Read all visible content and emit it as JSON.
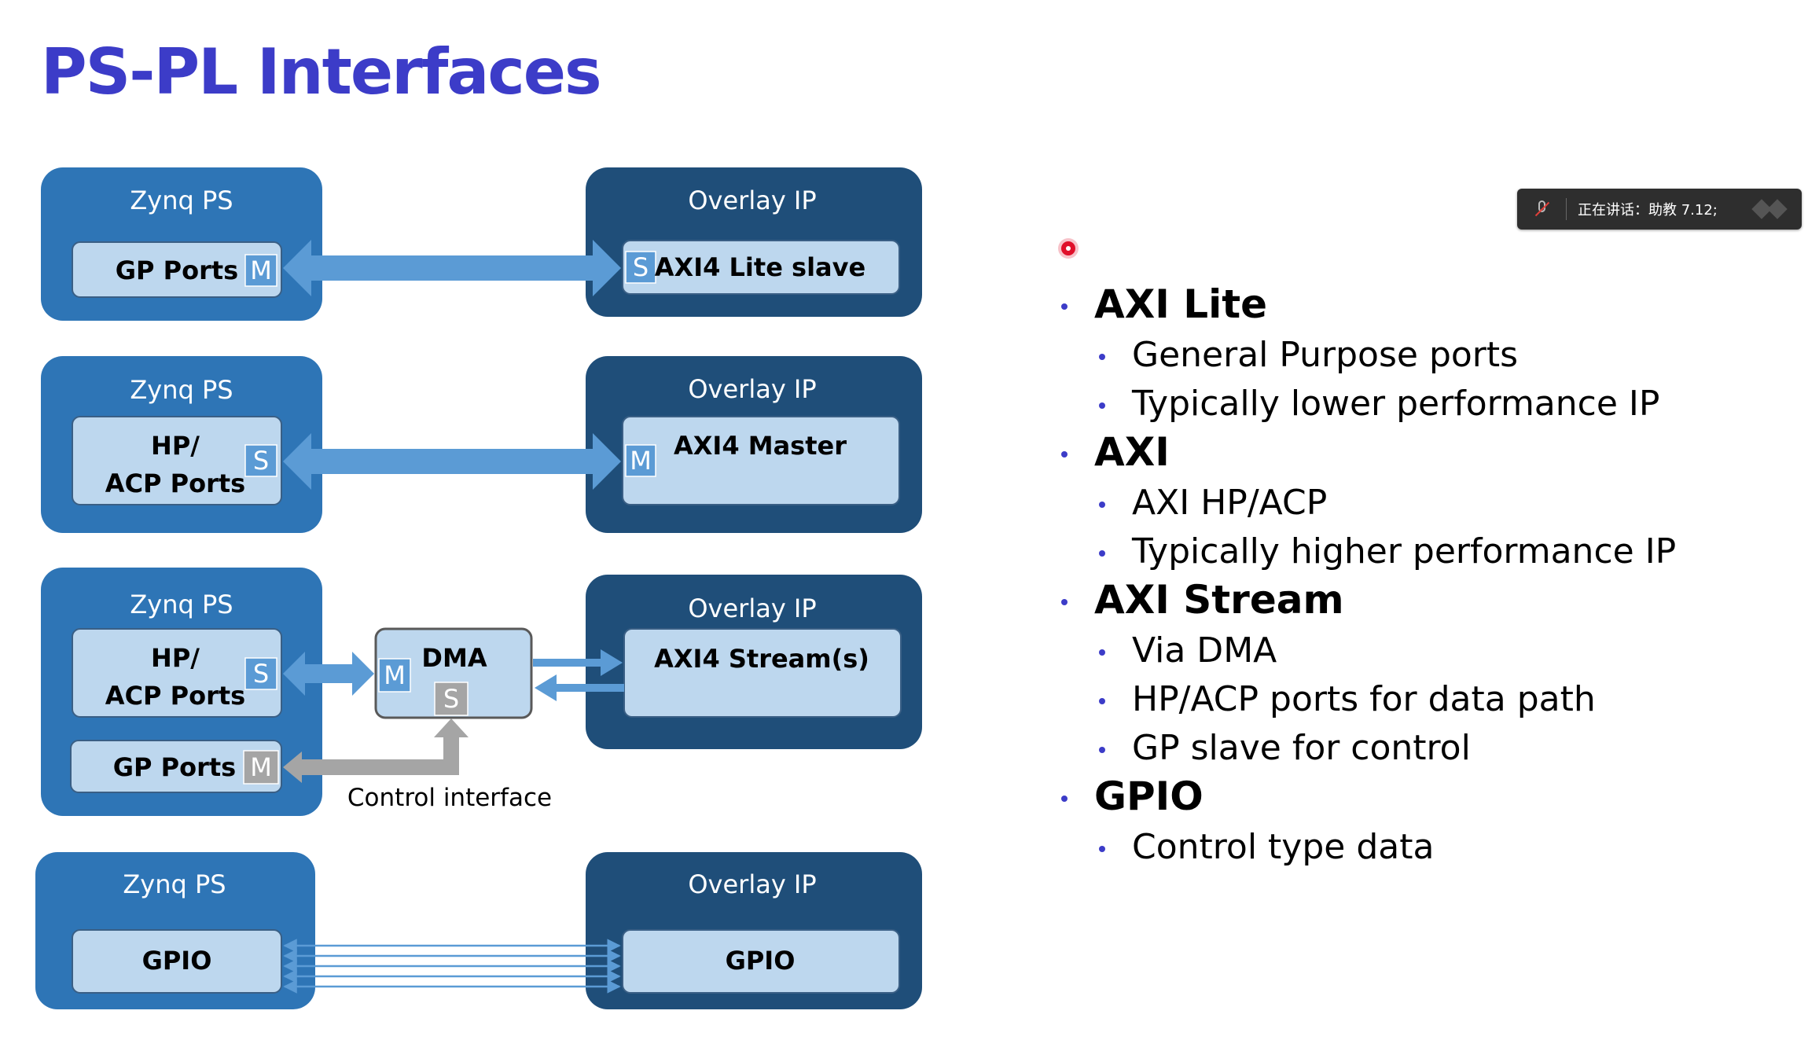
{
  "title": "PS-PL Interfaces",
  "colors": {
    "title": "#3c3cc8",
    "ps_block": "#2e75b6",
    "overlay_block": "#1f4e79",
    "port_fill": "#bdd7ee",
    "tag": "#5b9bd5",
    "tag_gray": "#a5a5a5",
    "arrow_blue": "#5b9bd5",
    "arrow_gray": "#a5a5a5",
    "bullet": "#3c3cc8"
  },
  "diagram": {
    "row1": {
      "ps_title": "Zynq PS",
      "ps_port": "GP Ports",
      "ps_tag": "M",
      "ip_title": "Overlay IP",
      "ip_port": "AXI4 Lite slave",
      "ip_tag": "S"
    },
    "row2": {
      "ps_title": "Zynq PS",
      "ps_port_line1": "HP/",
      "ps_port_line2": "ACP Ports",
      "ps_tag": "S",
      "ip_title": "Overlay IP",
      "ip_port": "AXI4 Master",
      "ip_tag": "M"
    },
    "row3": {
      "ps_title": "Zynq PS",
      "ps_port_line1": "HP/",
      "ps_port_line2": "ACP Ports",
      "ps_tag": "S",
      "gp_port": "GP Ports",
      "gp_tag": "M",
      "dma_label": "DMA",
      "dma_tag_m": "M",
      "dma_tag_s": "S",
      "ip_title": "Overlay IP",
      "ip_port": "AXI4 Stream(s)",
      "control_caption": "Control interface"
    },
    "row4": {
      "ps_title": "Zynq PS",
      "ps_port": "GPIO",
      "ip_title": "Overlay IP",
      "ip_port": "GPIO"
    }
  },
  "bullets": [
    {
      "heading": "AXI Lite",
      "items": [
        "General Purpose ports",
        "Typically lower performance IP"
      ]
    },
    {
      "heading": "AXI",
      "items": [
        "AXI HP/ACP",
        "Typically higher performance IP"
      ]
    },
    {
      "heading": "AXI Stream",
      "items": [
        "Via DMA",
        "HP/ACP ports for data path",
        "GP slave for control"
      ]
    },
    {
      "heading": "GPIO",
      "items": [
        "Control type data"
      ]
    }
  ],
  "meeting_bar": {
    "text": "正在讲话：助教 7.12;",
    "mic_icon": "mic-muted-icon",
    "logo_icon": "app-logo-icon"
  }
}
